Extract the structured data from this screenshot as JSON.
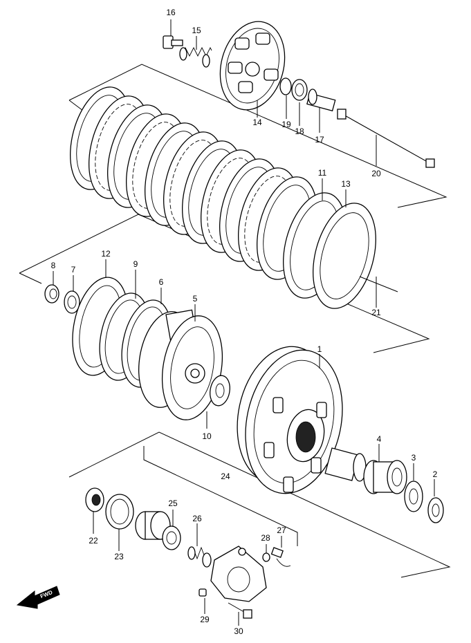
{
  "callouts": {
    "p1": "1",
    "p2": "2",
    "p3": "3",
    "p4": "4",
    "p5": "5",
    "p6": "6",
    "p7": "7",
    "p8": "8",
    "p9": "9",
    "p10": "10",
    "p11": "11",
    "p12": "12",
    "p13": "13",
    "p14": "14",
    "p15": "15",
    "p16": "16",
    "p17": "17",
    "p18": "18",
    "p19": "19",
    "p20": "20",
    "p21": "21",
    "p22": "22",
    "p23": "23",
    "p24": "24",
    "p25": "25",
    "p26": "26",
    "p27": "27",
    "p28": "28",
    "p29": "29",
    "p30": "30"
  },
  "fwd_badge": "FWD",
  "icons": {
    "fwd": "fwd-arrow-icon"
  }
}
